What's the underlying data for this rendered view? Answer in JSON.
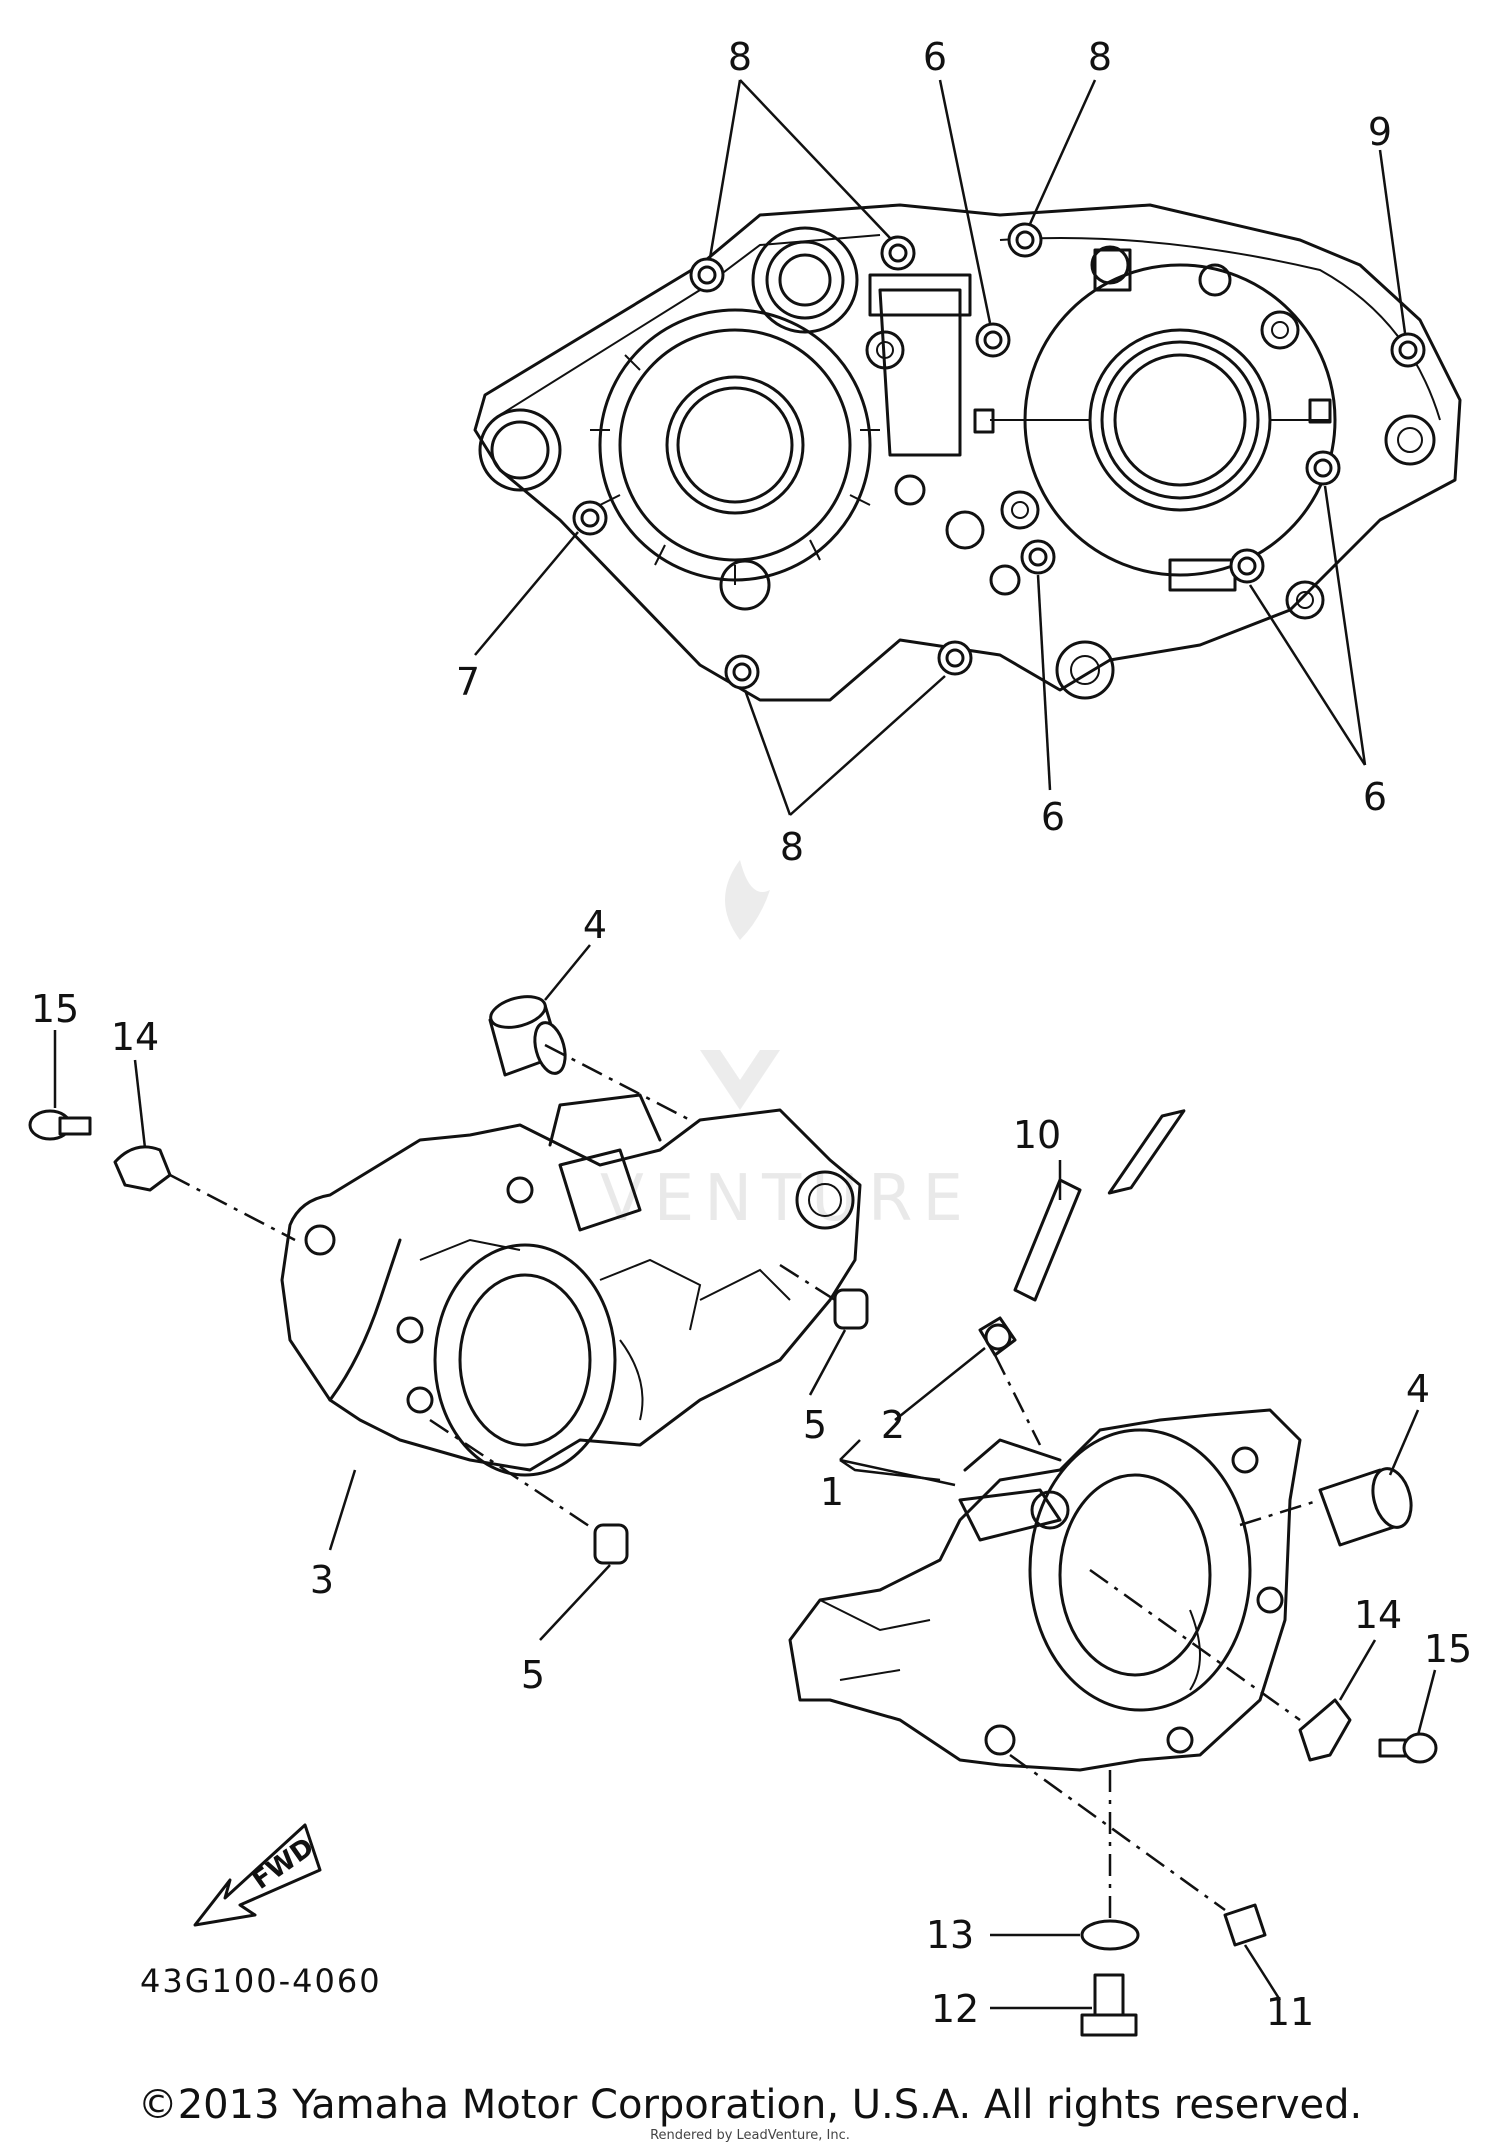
{
  "callouts": {
    "c1": "1",
    "c2": "2",
    "c3": "3",
    "c4a": "4",
    "c4b": "4",
    "c5a": "5",
    "c5b": "5",
    "c6a": "6",
    "c6b": "6",
    "c6c": "6",
    "c7": "7",
    "c8a": "8",
    "c8b": "8",
    "c8c": "8",
    "c9": "9",
    "c10": "10",
    "c11": "11",
    "c12": "12",
    "c13": "13",
    "c14a": "14",
    "c14b": "14",
    "c15a": "15",
    "c15b": "15"
  },
  "fwd_label": "FWD",
  "diagram_code": "43G100-4060",
  "watermark": "VENTURE",
  "copyright": "©2013 Yamaha Motor Corporation, U.S.A. All rights reserved.",
  "rendered_by": "Rendered by LeadVenture, Inc.",
  "colors": {
    "ink": "#111111",
    "watermark": "#d8d8d8",
    "background": "#ffffff"
  }
}
